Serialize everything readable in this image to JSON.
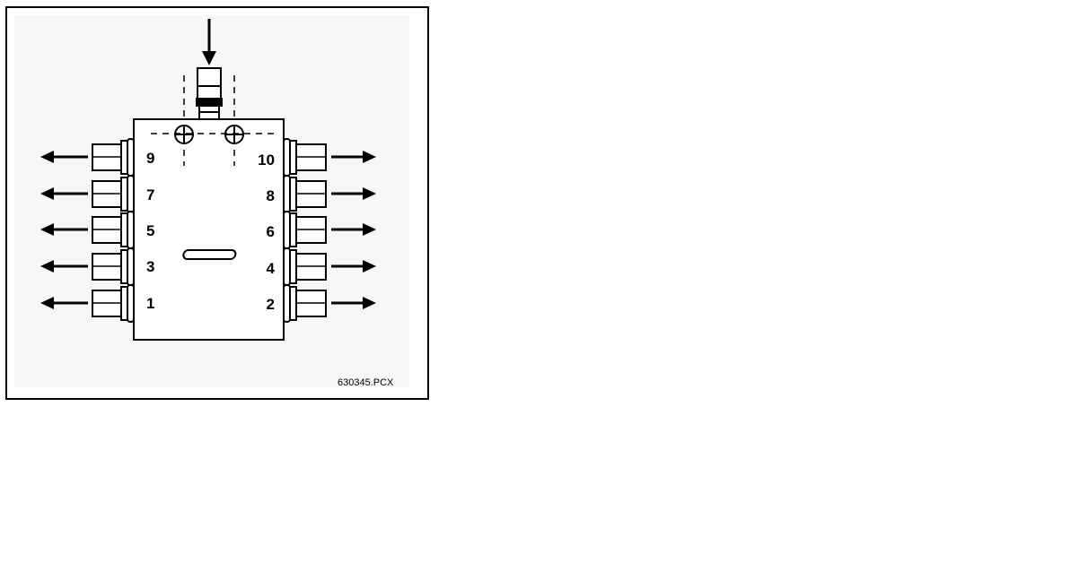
{
  "figure": {
    "caption": "630345.PCX",
    "left_ports": [
      "9",
      "7",
      "5",
      "3",
      "1"
    ],
    "right_ports": [
      "10",
      "8",
      "6",
      "4",
      "2"
    ],
    "colors": {
      "background": "#ffffff",
      "panel": "#f7f7f7",
      "line": "#000000"
    }
  }
}
